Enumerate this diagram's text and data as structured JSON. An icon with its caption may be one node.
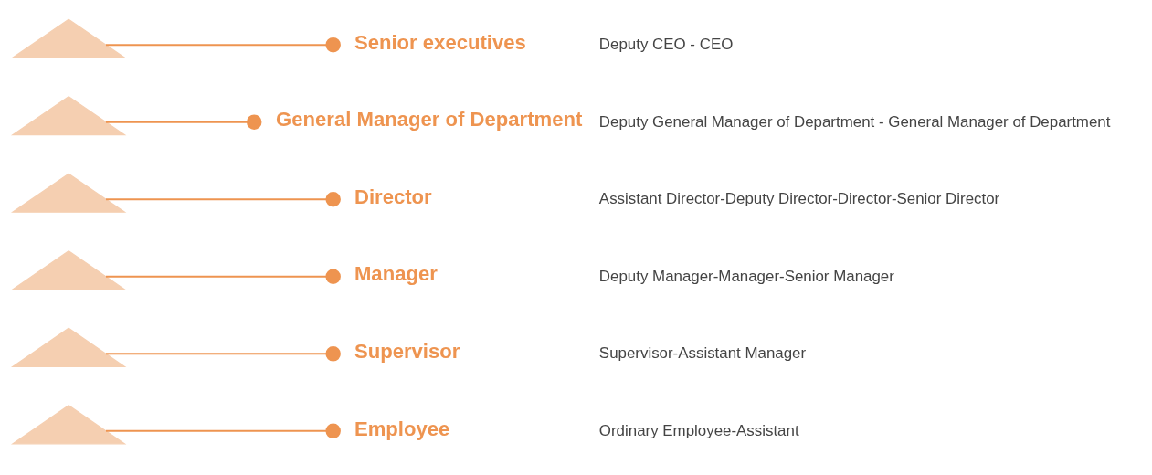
{
  "diagram": {
    "nodes": [
      {
        "text": [],
        "shape": "triangle"
      },
      {
        "text": [
          "Senior executives"
        ],
        "beside": [
          "Deputy CEO - CEO"
        ]
      },
      {
        "text": [],
        "shape": "triangle"
      },
      {
        "text": [
          "General Manager of Department"
        ],
        "beside": [
          "Deputy General Manager of Department - General Manager of Department"
        ]
      },
      {
        "text": [],
        "shape": "triangle"
      },
      {
        "text": [
          "Director"
        ],
        "beside": [
          "Assistant Director-Deputy Director-Director-Senior Director"
        ]
      },
      {
        "text": [],
        "shape": "triangle"
      },
      {
        "text": [
          "Manager"
        ],
        "beside": [
          "Deputy Manager-Manager-Senior Manager"
        ]
      },
      {
        "text": [],
        "shape": "triangle"
      },
      {
        "text": [
          "Supervisor"
        ],
        "beside": [
          "Supervisor-Assistant Manager"
        ]
      },
      {
        "text": [],
        "shape": "triangle"
      },
      {
        "text": [
          "Employee"
        ],
        "beside": [
          "Ordinary Employee-Assistant"
        ]
      }
    ],
    "edges": [
      {
        "from": 0,
        "to": 1,
        "arrow": "other"
      },
      {
        "from": 2,
        "to": 3,
        "arrow": "other"
      },
      {
        "from": 4,
        "to": 5,
        "arrow": "other"
      },
      {
        "from": 6,
        "to": 7,
        "arrow": "other"
      },
      {
        "from": 8,
        "to": 9,
        "arrow": "other"
      },
      {
        "from": 10,
        "to": 11,
        "arrow": "other"
      }
    ]
  }
}
